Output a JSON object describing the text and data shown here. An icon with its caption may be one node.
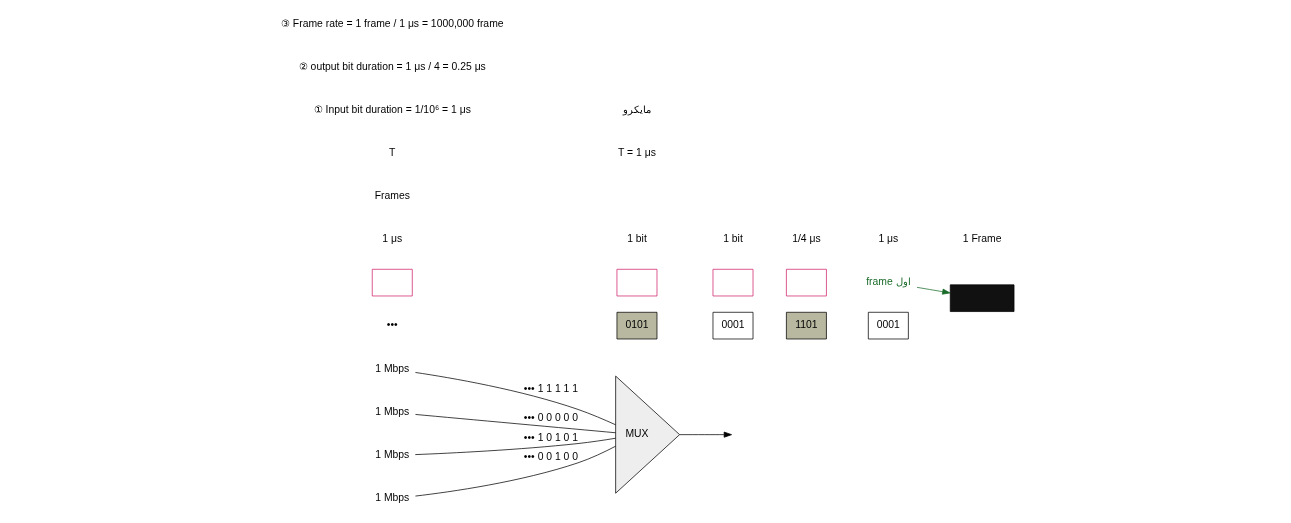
{
  "diagram": {
    "nodes": [
      {
        "text": [
          "1 Mbps"
        ]
      },
      {
        "text": [
          "1 Mbps"
        ]
      },
      {
        "text": [
          "1 Mbps"
        ]
      },
      {
        "text": [
          "1 Mbps"
        ]
      },
      {
        "text": [
          "MUX"
        ]
      },
      {
        "text": [
          "0101"
        ]
      },
      {
        "text": [
          "0001"
        ]
      },
      {
        "text": [
          "1101"
        ]
      },
      {
        "text": [
          "0001"
        ]
      },
      {
        "text": [],
        "shape": "box"
      },
      {
        "text": [
          "frame اول"
        ]
      },
      {
        "text": [],
        "shape": "box"
      },
      {
        "text": [],
        "shape": "box"
      },
      {
        "text": [],
        "shape": "box"
      },
      {
        "text": [],
        "shape": "box"
      }
    ],
    "edges": [
      {
        "from": 0,
        "to": 4,
        "arrow": "none",
        "label": "••• 1 1 1 1 1"
      },
      {
        "from": 1,
        "to": 4,
        "arrow": "none",
        "label": "••• 0 0 0 0 0"
      },
      {
        "from": 2,
        "to": 4,
        "arrow": "none",
        "label": "••• 1 0 1 0 1"
      },
      {
        "from": 3,
        "to": 4,
        "arrow": "none",
        "label": "••• 0 0 1 0 0"
      },
      {
        "from": 4,
        "to": null,
        "arrow": "to"
      },
      {
        "from": 10,
        "to": 9,
        "arrow": "to",
        "color": "#1a6b2a"
      }
    ],
    "labels": [
      "1 μs",
      "1 bit",
      "1 bit",
      "1/4 μs",
      "1 μs",
      "1 Frame",
      "Frames",
      "•••",
      "T",
      "T = 1 μs",
      "① Input bit duration = 1/10⁶ = 1 μs",
      "مايكرو",
      "② output bit duration = 1 μs / 4 = 0.25 μs",
      "③ Frame rate = 1 frame / 1 μs = 1000,000 frame"
    ]
  }
}
